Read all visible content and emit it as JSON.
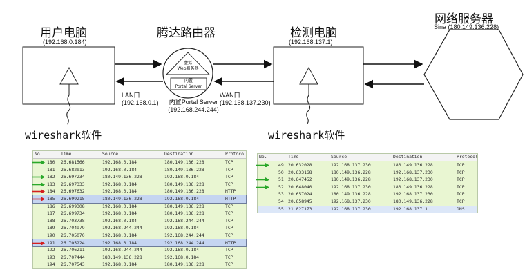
{
  "nodes": {
    "user_pc": {
      "title": "用户电脑",
      "ip": "(192.168.0.184)"
    },
    "router": {
      "title": "腾达路由器",
      "virtual_label": "虚拟\nWeb服务器",
      "builtin_label": "内置\nPortal Server"
    },
    "monitor_pc": {
      "title": "检测电脑",
      "ip": "(192.168.137.1)"
    },
    "server": {
      "title": "网络服务器",
      "ip": "Sina (180.149.136.228)"
    }
  },
  "labels": {
    "lan": "LAN口\n(192.168.0.1)",
    "portal": "内置Portal Server\n(192.168.244.244)",
    "wan": "WAN口\n(192.168.137.230)",
    "wireshark_left": "wireshark软件",
    "wireshark_right": "wireshark软件"
  },
  "colors": {
    "arrow_green": "#2aa82a",
    "arrow_red": "#d42020",
    "row_green": "#e9f6d2",
    "row_blue": "#c5d5f1"
  },
  "headers": [
    "No.",
    "Time",
    "Source",
    "Destination",
    "Protocol"
  ],
  "left_table": [
    {
      "no": "180",
      "time": "26.681566",
      "src": "192.168.0.184",
      "dst": "180.149.136.228",
      "proto": "TCP",
      "arrow": "green",
      "kind": ""
    },
    {
      "no": "181",
      "time": "26.682013",
      "src": "192.168.0.184",
      "dst": "180.149.136.228",
      "proto": "TCP",
      "arrow": "",
      "kind": ""
    },
    {
      "no": "182",
      "time": "26.697234",
      "src": "180.149.136.228",
      "dst": "192.168.0.184",
      "proto": "TCP",
      "arrow": "green",
      "kind": ""
    },
    {
      "no": "183",
      "time": "26.697333",
      "src": "192.168.0.184",
      "dst": "180.149.136.228",
      "proto": "TCP",
      "arrow": "green",
      "kind": ""
    },
    {
      "no": "184",
      "time": "26.697632",
      "src": "192.168.0.184",
      "dst": "180.149.136.228",
      "proto": "HTTP",
      "arrow": "red",
      "kind": ""
    },
    {
      "no": "185",
      "time": "26.699215",
      "src": "180.149.136.228",
      "dst": "192.168.0.184",
      "proto": "HTTP",
      "arrow": "red",
      "kind": "http sel"
    },
    {
      "no": "186",
      "time": "26.699308",
      "src": "192.168.0.184",
      "dst": "180.149.136.228",
      "proto": "TCP",
      "arrow": "",
      "kind": ""
    },
    {
      "no": "187",
      "time": "26.699734",
      "src": "192.168.0.184",
      "dst": "180.149.136.228",
      "proto": "TCP",
      "arrow": "",
      "kind": ""
    },
    {
      "no": "188",
      "time": "26.703738",
      "src": "192.168.0.184",
      "dst": "192.168.244.244",
      "proto": "TCP",
      "arrow": "",
      "kind": ""
    },
    {
      "no": "189",
      "time": "26.704979",
      "src": "192.168.244.244",
      "dst": "192.168.0.184",
      "proto": "TCP",
      "arrow": "",
      "kind": ""
    },
    {
      "no": "190",
      "time": "26.705070",
      "src": "192.168.0.184",
      "dst": "192.168.244.244",
      "proto": "TCP",
      "arrow": "",
      "kind": ""
    },
    {
      "no": "191",
      "time": "26.705224",
      "src": "192.168.0.184",
      "dst": "192.168.244.244",
      "proto": "HTTP",
      "arrow": "red",
      "kind": "http sel"
    },
    {
      "no": "192",
      "time": "26.706211",
      "src": "192.168.244.244",
      "dst": "192.168.0.184",
      "proto": "TCP",
      "arrow": "",
      "kind": ""
    },
    {
      "no": "193",
      "time": "26.707444",
      "src": "180.149.136.228",
      "dst": "192.168.0.184",
      "proto": "TCP",
      "arrow": "",
      "kind": ""
    },
    {
      "no": "194",
      "time": "26.707543",
      "src": "192.168.0.184",
      "dst": "180.149.136.228",
      "proto": "TCP",
      "arrow": "",
      "kind": ""
    }
  ],
  "right_table": [
    {
      "no": "49",
      "time": "20.632028",
      "src": "192.168.137.230",
      "dst": "180.149.136.228",
      "proto": "TCP",
      "arrow": "green",
      "kind": ""
    },
    {
      "no": "50",
      "time": "20.633168",
      "src": "180.149.136.228",
      "dst": "192.168.137.230",
      "proto": "TCP",
      "arrow": "",
      "kind": ""
    },
    {
      "no": "51",
      "time": "20.647452",
      "src": "180.149.136.228",
      "dst": "192.168.137.230",
      "proto": "TCP",
      "arrow": "green",
      "kind": ""
    },
    {
      "no": "52",
      "time": "20.648040",
      "src": "192.168.137.230",
      "dst": "180.149.136.228",
      "proto": "TCP",
      "arrow": "green",
      "kind": ""
    },
    {
      "no": "53",
      "time": "20.657024",
      "src": "180.149.136.228",
      "dst": "192.168.137.230",
      "proto": "TCP",
      "arrow": "",
      "kind": ""
    },
    {
      "no": "54",
      "time": "20.658945",
      "src": "192.168.137.230",
      "dst": "180.149.136.228",
      "proto": "TCP",
      "arrow": "",
      "kind": ""
    },
    {
      "no": "55",
      "time": "21.027173",
      "src": "192.168.137.230",
      "dst": "192.168.137.1",
      "proto": "DNS",
      "arrow": "",
      "kind": "dns"
    }
  ]
}
